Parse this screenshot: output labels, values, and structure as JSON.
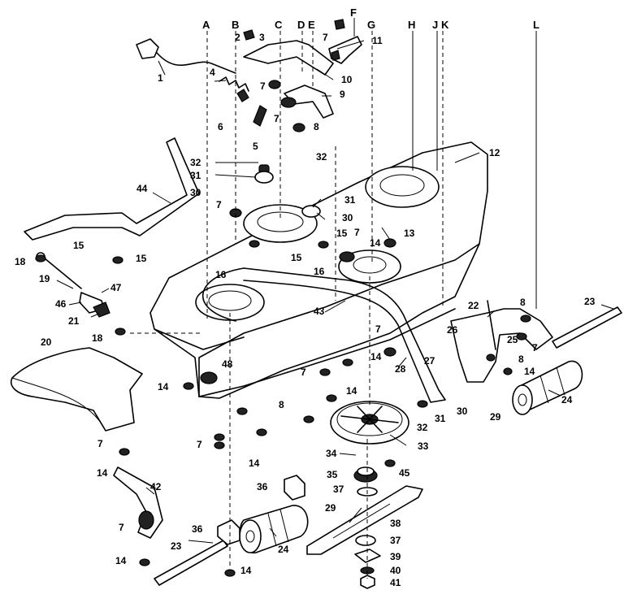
{
  "letters": [
    "A",
    "B",
    "C",
    "D",
    "E",
    "F",
    "G",
    "H",
    "J",
    "K",
    "L"
  ],
  "callouts": [
    "1",
    "2",
    "3",
    "4",
    "5",
    "6",
    "7",
    "8",
    "9",
    "10",
    "11",
    "12",
    "13",
    "14",
    "15",
    "16",
    "18",
    "19",
    "20",
    "21",
    "22",
    "23",
    "24",
    "25",
    "26",
    "27",
    "28",
    "29",
    "30",
    "31",
    "32",
    "33",
    "34",
    "35",
    "36",
    "37",
    "38",
    "39",
    "40",
    "41",
    "42",
    "43",
    "44",
    "45",
    "46",
    "47",
    "48"
  ]
}
